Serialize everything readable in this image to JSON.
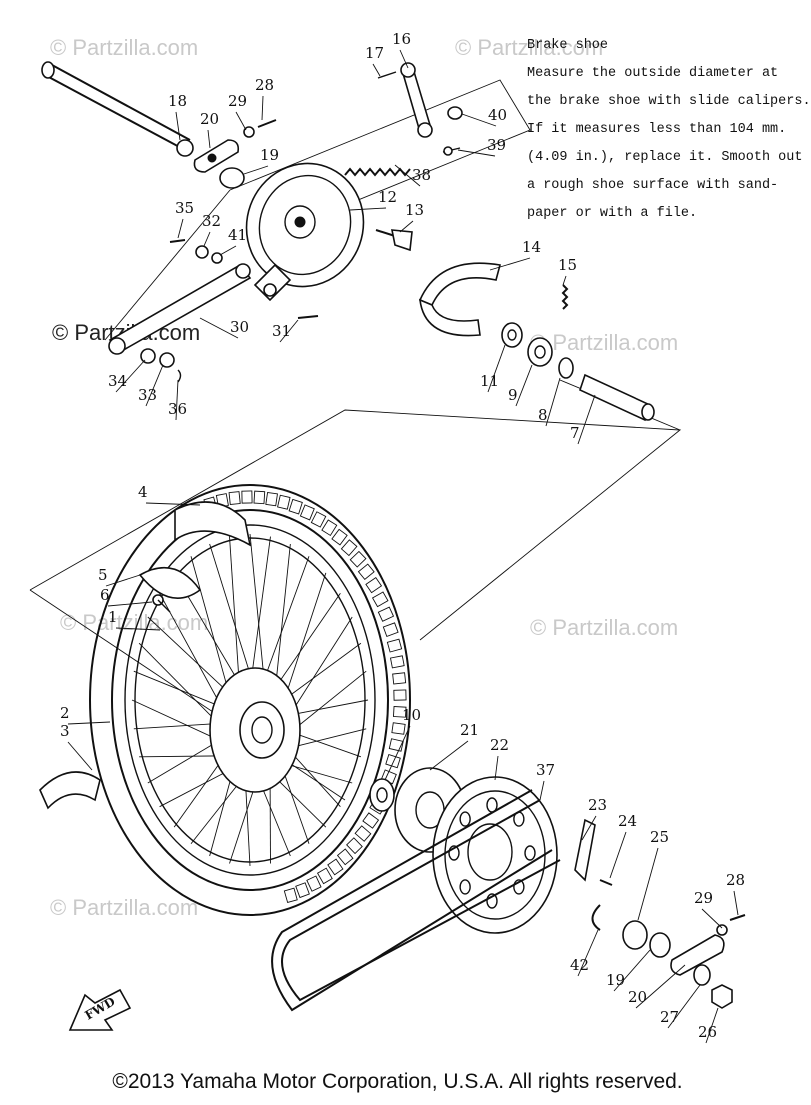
{
  "note": {
    "title": "Brake shoe",
    "lines": [
      "Measure the outside diameter at",
      "the brake shoe with slide calipers.",
      "If it measures less than 104 mm.",
      "(4.09 in.), replace it. Smooth out",
      "a rough shoe surface with sand-",
      "paper or with a file."
    ]
  },
  "watermarks": [
    "© Partzilla.com",
    "© Partzilla.com",
    "© Partzilla.com",
    "© Partzilla.com",
    "© Partzilla.com",
    "© Partzilla.com",
    "© Partzilla.com"
  ],
  "fwd_label": "FWD",
  "copyright": "©2013 Yamaha Motor Corporation, U.S.A. All rights reserved.",
  "callouts": [
    "16",
    "17",
    "18",
    "20",
    "29",
    "28",
    "19",
    "40",
    "39",
    "38",
    "12",
    "13",
    "35",
    "32",
    "41",
    "14",
    "15",
    "30",
    "31",
    "11",
    "9",
    "8",
    "7",
    "34",
    "33",
    "36",
    "4",
    "5",
    "6",
    "1",
    "2",
    "3",
    "10",
    "21",
    "22",
    "37",
    "23",
    "24",
    "25",
    "28",
    "29",
    "19",
    "20",
    "27",
    "26",
    "42"
  ]
}
